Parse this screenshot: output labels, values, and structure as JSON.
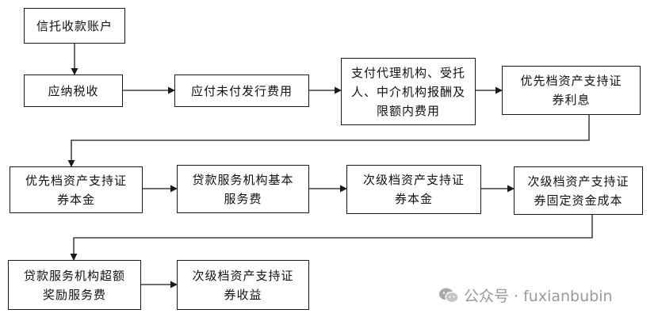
{
  "diagram": {
    "nodes": {
      "n1": "信托收款账户",
      "n2": "应纳税收",
      "n3": "应付未付发行费用",
      "n4": "支付代理机构、受托人、中介机构报酬及限额内费用",
      "n5": "优先档资产支持证券利息",
      "n6": "优先档资产支持证券本金",
      "n7": "贷款服务机构基本服务费",
      "n8": "次级档资产支持证券本金",
      "n9": "次级档资产支持证券固定资金成本",
      "n10": "贷款服务机构超额奖励服务费",
      "n11": "次级档资产支持证券收益"
    }
  },
  "watermark": {
    "text": "公众号 · fuxianbubin",
    "icon": "wechat-icon"
  }
}
